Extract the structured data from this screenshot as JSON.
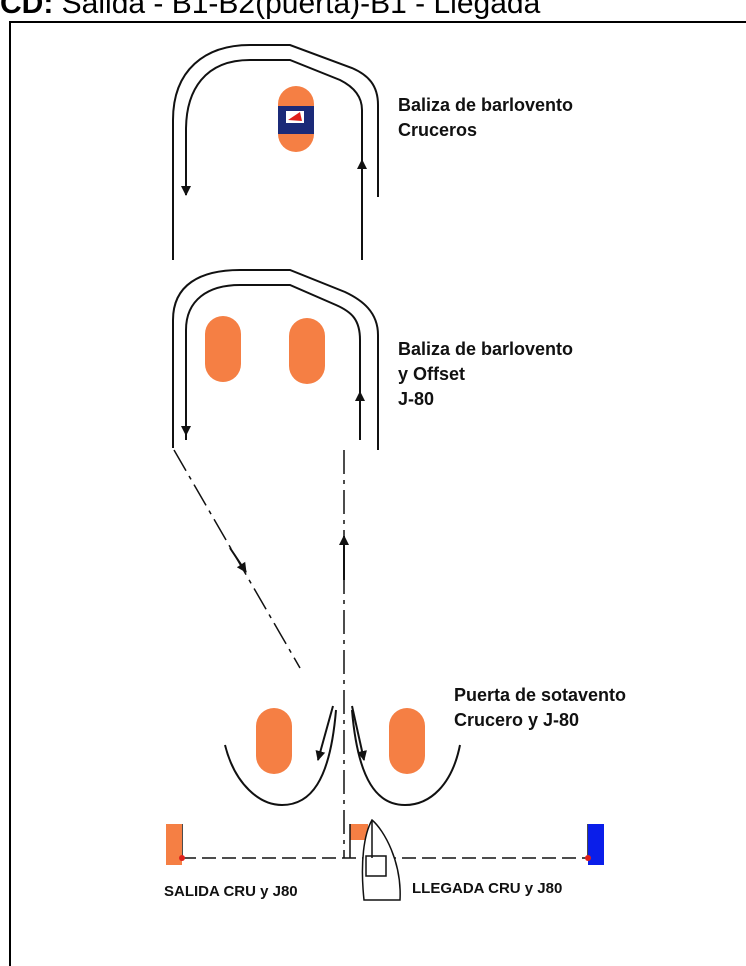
{
  "header": {
    "prefix": "CD:",
    "text": "Salida - B1-B2(puerta)-B1 - Llegada"
  },
  "labels": {
    "windward_cruisers": [
      "Baliza de barlovento",
      "Cruceros"
    ],
    "windward_offset": [
      "Baliza de barlovento",
      "y Offset",
      "J-80"
    ],
    "leeward_gate": [
      "Puerta de sotavento",
      "Crucero y J-80"
    ],
    "start_line": "SALIDA CRU y J80",
    "finish_line": "LLEGADA CRU y J80"
  },
  "colors": {
    "buoy": "#f57f44",
    "cruiser_buoy_band": "#1b2a78",
    "start_flag": "#f57f44",
    "finish_flag": "#0a1eea",
    "line_end_dot": "#e0201b",
    "ink": "#111111"
  },
  "icons": [
    "arrow-icon",
    "flag-icon",
    "boat-icon"
  ]
}
